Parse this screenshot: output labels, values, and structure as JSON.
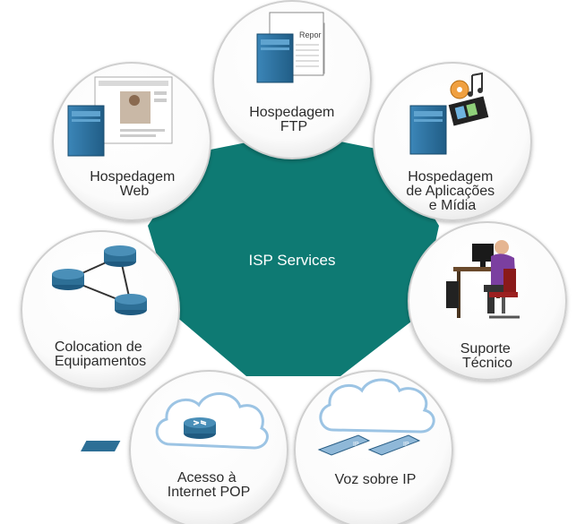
{
  "center": {
    "label": "ISP Services",
    "color": "#0e7a73"
  },
  "services": [
    {
      "lines": [
        "Hospedagem",
        "FTP"
      ],
      "icon": "ftp-server-icon",
      "doc_label": "Repor"
    },
    {
      "lines": [
        "Hospedagem",
        "de Aplicações",
        "e Mídia"
      ],
      "icon": "media-server-icon"
    },
    {
      "lines": [
        "Suporte",
        "Técnico"
      ],
      "icon": "technician-at-desk-icon"
    },
    {
      "lines": [
        "Voz sobre IP"
      ],
      "icon": "ip-phone-cloud-icon",
      "phone_label": "IP"
    },
    {
      "lines": [
        "Acesso à",
        "Internet POP"
      ],
      "icon": "router-cloud-icon"
    },
    {
      "lines": [
        "Colocation de",
        "Equipamentos"
      ],
      "icon": "router-network-icon"
    },
    {
      "lines": [
        "Hospedagem",
        "Web"
      ],
      "icon": "web-server-icon"
    }
  ],
  "colors": {
    "server": "#2a6f9e",
    "server_dark": "#1c4f74",
    "router": "#2d6f96",
    "cloud_stroke": "#9cc4e4",
    "circle_stroke": "#cfcfcf",
    "person_shirt": "#7b3fa0"
  }
}
